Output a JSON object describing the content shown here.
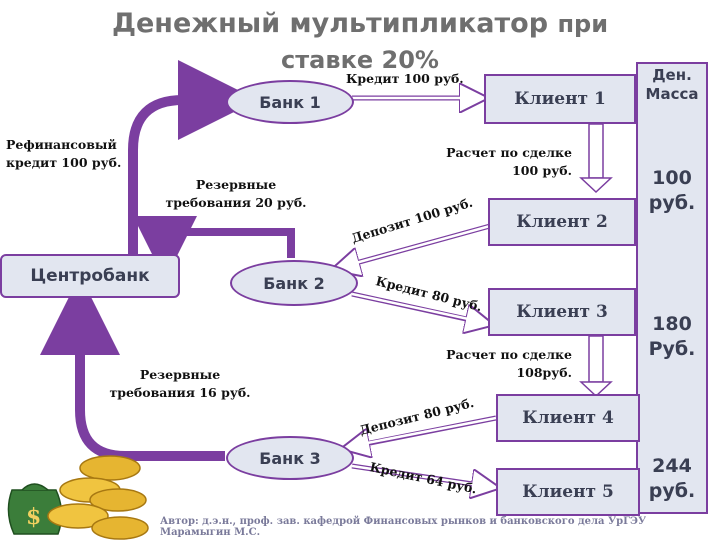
{
  "title": {
    "line1": "Денежный мультипликатор",
    "line1_tail": "при",
    "line2": "ставке 20%"
  },
  "money_supply": {
    "header": "Ден. Масса",
    "values": [
      "100 руб.",
      "180 Руб.",
      "244 руб."
    ]
  },
  "nodes": {
    "central_bank": "Центробанк",
    "bank1": "Банк 1",
    "bank2": "Банк 2",
    "bank3": "Банк 3",
    "client1": "Клиент 1",
    "client2": "Клиент 2",
    "client3": "Клиент 3",
    "client4": "Клиент 4",
    "client5": "Клиент 5"
  },
  "labels": {
    "refinance": "Рефинансовый кредит 100 руб.",
    "credit100": "Кредит 100 руб.",
    "reserve20": "Резервные требования 20 руб.",
    "settlement100": "Расчет по сделке 100 руб.",
    "deposit100": "Депозит 100 руб.",
    "credit80": "Кредит 80 руб.",
    "settlement108": "Расчет по сделке 108руб.",
    "reserve16": "Резервные требования 16 руб.",
    "deposit80": "Депозит 80 руб.",
    "credit64": "Кредит 64 руб."
  },
  "footer": "Автор: д.э.н., проф. зав. кафедрой Финансовых рынков и банковского дела УрГЭУ Марамыгин М.С.",
  "colors": {
    "accent": "#7b3ea0",
    "box_fill": "#e2e6f0",
    "text": "#3a3f53"
  }
}
